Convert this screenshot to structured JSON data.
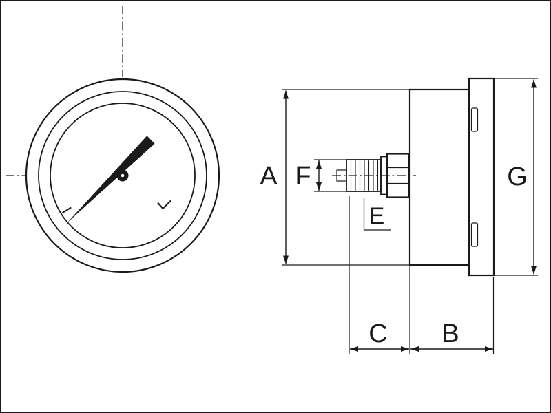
{
  "colors": {
    "background": "#ffffff",
    "ink": "#1a1a1a"
  },
  "dimension_labels": {
    "a": "A",
    "f": "F",
    "e": "E",
    "g": "G",
    "c": "C",
    "b": "B"
  }
}
